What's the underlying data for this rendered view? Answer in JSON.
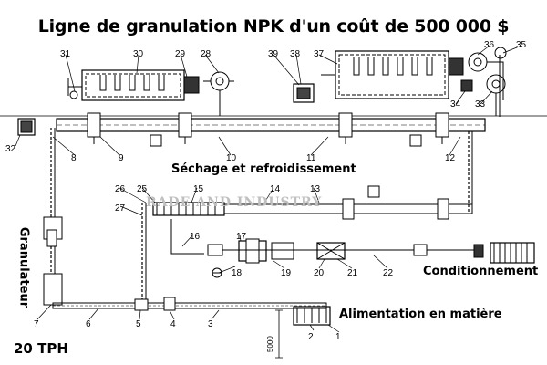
{
  "title": "Ligne de granulation NPK d'un coût de 500 000 $",
  "sections": {
    "drying": "Séchage et refroidissement",
    "granulator": "Granulateur",
    "packaging": "Conditionnement",
    "feeding": "Alimentation en matière"
  },
  "capacity": "20 TPH",
  "watermark": "RADE AND INDUSTRY",
  "dimension": "5000",
  "callouts": [
    "1",
    "2",
    "3",
    "4",
    "5",
    "6",
    "7",
    "8",
    "9",
    "10",
    "11",
    "12",
    "13",
    "14",
    "15",
    "16",
    "17",
    "18",
    "19",
    "20",
    "21",
    "22",
    "25",
    "26",
    "27",
    "28",
    "29",
    "30",
    "31",
    "32",
    "33",
    "34",
    "35",
    "36",
    "37",
    "38",
    "39"
  ]
}
